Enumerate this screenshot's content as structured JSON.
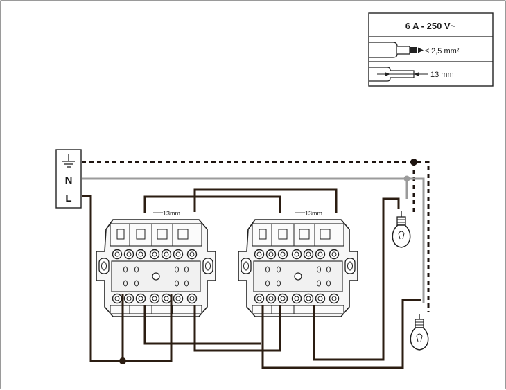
{
  "spec_table": {
    "rating": "6 A - 250 V~",
    "wire_section": "≤ 2,5 mm²",
    "strip_length": "13 mm"
  },
  "terminal_block": {
    "neutral_label": "N",
    "line_label": "L"
  },
  "switch_left": {
    "strip_label": "13mm"
  },
  "switch_right": {
    "strip_label": "13mm"
  },
  "colors": {
    "wire": "#2b1d12",
    "neutral": "#9b9b9b",
    "earth": "#1e1410",
    "outline": "#222222"
  }
}
